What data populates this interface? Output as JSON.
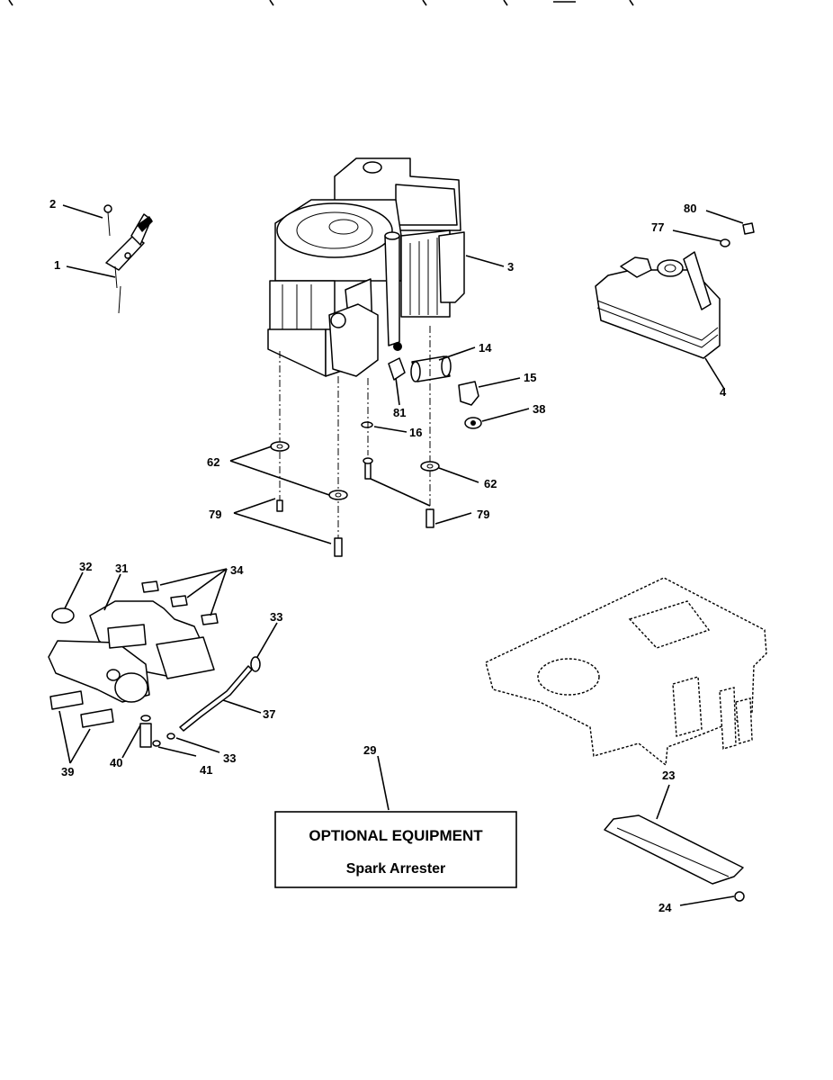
{
  "callouts": {
    "c1": "1",
    "c2": "2",
    "c3": "3",
    "c4": "4",
    "c14": "14",
    "c15": "15",
    "c16": "16",
    "c23": "23",
    "c24": "24",
    "c29": "29",
    "c31": "31",
    "c32": "32",
    "c33a": "33",
    "c33b": "33",
    "c34": "34",
    "c37": "37",
    "c38": "38",
    "c39": "39",
    "c40": "40",
    "c41": "41",
    "c62a": "62",
    "c62b": "62",
    "c77": "77",
    "c79a": "79",
    "c79b": "79",
    "c80": "80",
    "c81": "81"
  },
  "optional_box": {
    "title": "OPTIONAL EQUIPMENT",
    "subtitle": "Spark Arrester"
  }
}
